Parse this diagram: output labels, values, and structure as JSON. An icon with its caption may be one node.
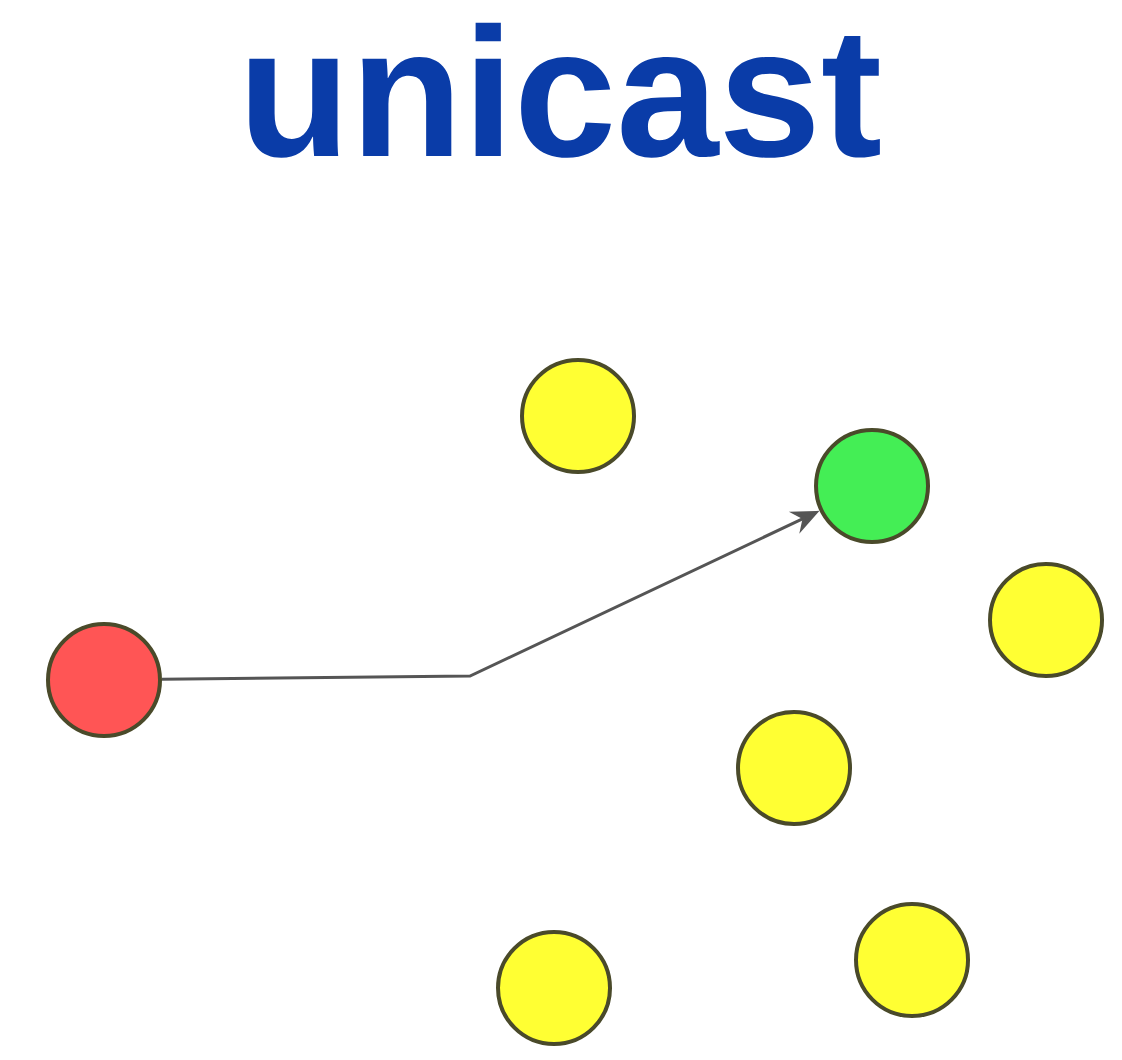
{
  "diagram": {
    "title": "unicast",
    "nodes": [
      {
        "text": [],
        "shape": "circle"
      },
      {
        "text": [],
        "shape": "circle"
      },
      {
        "text": [],
        "shape": "circle"
      },
      {
        "text": [],
        "shape": "circle"
      },
      {
        "text": [],
        "shape": "circle"
      },
      {
        "text": [],
        "shape": "circle"
      },
      {
        "text": [],
        "shape": "circle"
      }
    ],
    "edges": [
      {
        "from": 3,
        "to": 1,
        "arrow": "to"
      }
    ]
  }
}
